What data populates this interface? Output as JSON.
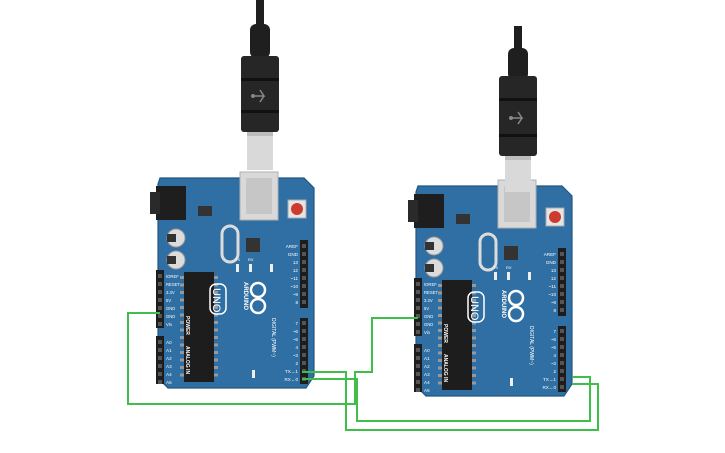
{
  "boards": [
    {
      "name": "UNO",
      "brand": "ARDUINO",
      "power_label": "POWER",
      "analog_label": "ANALOG IN",
      "digital_label": "DIGITAL (PWM~)",
      "tx_rx_labels": [
        "TX",
        "RX"
      ],
      "power_pins": [
        "IOREF",
        "RESET",
        "3.3V",
        "5V",
        "GND",
        "GND",
        "Vin"
      ],
      "analog_pins": [
        "A0",
        "A1",
        "A2",
        "A3",
        "A4",
        "A5"
      ],
      "digital_top_pins": [
        "AREF",
        "GND",
        "13",
        "12",
        "~11",
        "~10",
        "~9",
        "8"
      ],
      "digital_bottom_pins": [
        "7",
        "~6",
        "~5",
        "4",
        "~3",
        "2",
        "TX→1",
        "RX←0"
      ]
    },
    {
      "name": "UNO",
      "brand": "ARDUINO",
      "power_label": "POWER",
      "analog_label": "ANALOG IN",
      "digital_label": "DIGITAL (PWM~)",
      "tx_rx_labels": [
        "TX",
        "RX"
      ],
      "power_pins": [
        "IOREF",
        "RESET",
        "3.3V",
        "5V",
        "GND",
        "GND",
        "Vin"
      ],
      "analog_pins": [
        "A0",
        "A1",
        "A2",
        "A3",
        "A4",
        "A5"
      ],
      "digital_top_pins": [
        "AREF",
        "GND",
        "13",
        "12",
        "~11",
        "~10",
        "~9",
        "8"
      ],
      "digital_bottom_pins": [
        "7",
        "~6",
        "~5",
        "4",
        "~3",
        "2",
        "TX→1",
        "RX←0"
      ]
    }
  ],
  "wires": [
    {
      "name": "gnd-to-gnd-wire",
      "color": "#3fbf4a",
      "from": "board1.GND",
      "to": "board2.GND"
    },
    {
      "name": "tx-to-rx-wire",
      "color": "#3fbf4a",
      "from": "board1.TX→1",
      "to": "board2.RX←0"
    },
    {
      "name": "rx-to-tx-wire",
      "color": "#3fbf4a",
      "from": "board1.RX←0",
      "to": "board2.TX→1"
    }
  ],
  "colors": {
    "board": "#2f6fa3",
    "board_edge": "#24577f",
    "header": "#1d1d1d",
    "wire": "#3fbf4a",
    "usb_plug": "#1f1f1f",
    "usb_metal": "#d9d9d9",
    "reset_button": "#cc3b2e"
  },
  "icons": [
    "usb-cable-icon",
    "arduino-logo-icon",
    "reset-button-icon"
  ]
}
